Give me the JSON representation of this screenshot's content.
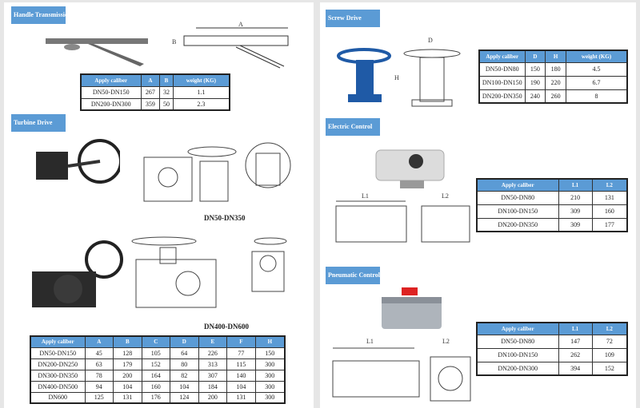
{
  "handle": {
    "label": "Handle Transmission",
    "headers": [
      "Apply caliber",
      "A",
      "B",
      "weight (KG)"
    ],
    "rows": [
      [
        "DN50-DN150",
        "267",
        "32",
        "1.1"
      ],
      [
        "DN200-DN300",
        "359",
        "50",
        "2.3"
      ]
    ],
    "dims": [
      "A",
      "B"
    ]
  },
  "turbine": {
    "label": "Turbine Drive",
    "caption1": "DN50-DN350",
    "caption2": "DN400-DN600",
    "headers": [
      "Apply caliber",
      "A",
      "B",
      "C",
      "D",
      "E",
      "F",
      "H"
    ],
    "rows": [
      [
        "DN50-DN150",
        "45",
        "128",
        "105",
        "64",
        "226",
        "77",
        "150"
      ],
      [
        "DN200-DN250",
        "63",
        "179",
        "152",
        "80",
        "313",
        "115",
        "300"
      ],
      [
        "DN300-DN350",
        "78",
        "200",
        "164",
        "82",
        "307",
        "140",
        "300"
      ],
      [
        "DN400-DN500",
        "94",
        "104",
        "160",
        "104",
        "184",
        "104",
        "300"
      ],
      [
        "DN600",
        "125",
        "131",
        "176",
        "124",
        "200",
        "131",
        "300"
      ]
    ]
  },
  "screw": {
    "label": "Screw Drive",
    "headers": [
      "Apply caliber",
      "D",
      "H",
      "weight (KG)"
    ],
    "rows": [
      [
        "DN50-DN80",
        "150",
        "180",
        "4.5"
      ],
      [
        "DN100-DN150",
        "190",
        "220",
        "6.7"
      ],
      [
        "DN200-DN350",
        "240",
        "260",
        "8"
      ]
    ],
    "dims": [
      "D",
      "H"
    ]
  },
  "electric": {
    "label": "Electric Control",
    "headers": [
      "Apply caliber",
      "L1",
      "L2"
    ],
    "rows": [
      [
        "DN50-DN80",
        "210",
        "131"
      ],
      [
        "DN100-DN150",
        "309",
        "160"
      ],
      [
        "DN200-DN350",
        "309",
        "177"
      ]
    ],
    "dims": [
      "L1",
      "L2"
    ]
  },
  "pneumatic": {
    "label": "Pneumatic Control",
    "headers": [
      "Apply caliber",
      "L1",
      "L2"
    ],
    "rows": [
      [
        "DN50-DN80",
        "147",
        "72"
      ],
      [
        "DN100-DN150",
        "262",
        "109"
      ],
      [
        "DN200-DN300",
        "394",
        "152"
      ]
    ],
    "dims": [
      "L1",
      "L2"
    ]
  }
}
